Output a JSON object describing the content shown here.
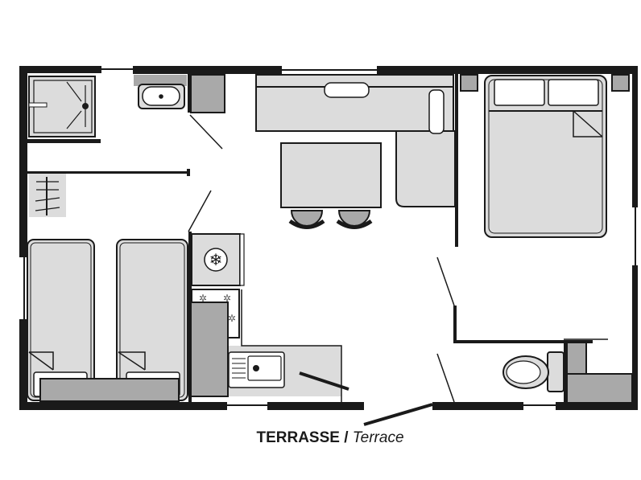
{
  "caption": {
    "label_fr": "TERRASSE /",
    "label_en": "Terrace"
  },
  "colors": {
    "wall": "#1a1a1a",
    "furniture_light": "#dcdcdc",
    "furniture_dark": "#a9a9a9",
    "background": "#ffffff"
  },
  "rooms": [
    "shower-room",
    "twin-bedroom",
    "kitchen",
    "living-room",
    "master-bedroom",
    "toilet",
    "terrace"
  ]
}
